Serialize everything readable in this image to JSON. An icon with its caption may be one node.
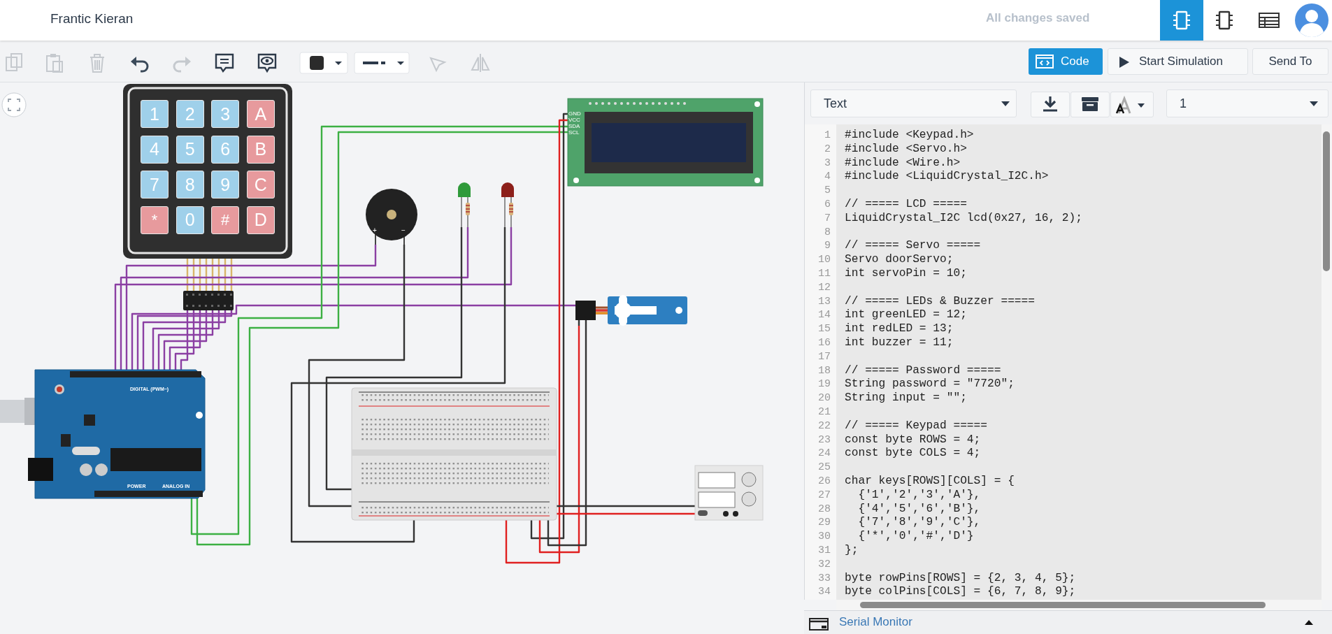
{
  "diagram": {
    "nodes": [
      {
        "text": [],
        "shape": "picture"
      },
      {
        "text": [],
        "shape": "box"
      },
      {
        "text": [],
        "shape": "picture"
      },
      {
        "text": [],
        "shape": "picture"
      },
      {
        "text": [],
        "shape": "picture"
      },
      {
        "text": [],
        "shape": "picture"
      },
      {
        "text": [],
        "shape": "picture"
      },
      {
        "text": [],
        "shape": "picture"
      },
      {
        "text": [],
        "shape": "picture"
      },
      {
        "text": [],
        "shape": "picture"
      }
    ],
    "edges": [
      {
        "from": 0,
        "to": 1,
        "arrow": "none",
        "color": "#d8b56a"
      },
      {
        "from": 0,
        "to": 1,
        "arrow": "none",
        "color": "#d8b56a"
      },
      {
        "from": 0,
        "to": 1,
        "arrow": "none",
        "color": "#d8b56a"
      },
      {
        "from": 0,
        "to": 1,
        "arrow": "none",
        "color": "#d8b56a"
      },
      {
        "from": 0,
        "to": 1,
        "arrow": "none",
        "color": "#d8b56a"
      },
      {
        "from": 0,
        "to": 1,
        "arrow": "none",
        "color": "#d8b56a"
      },
      {
        "from": 0,
        "to": 1,
        "arrow": "none",
        "color": "#d8b56a"
      },
      {
        "from": 0,
        "to": 1,
        "arrow": "none",
        "color": "#d8b56a"
      },
      {
        "from": 1,
        "to": 2,
        "arrow": "none"
      },
      {
        "from": 1,
        "to": 2,
        "arrow": "none"
      },
      {
        "from": 1,
        "to": 2,
        "arrow": "none"
      },
      {
        "from": 1,
        "to": 2,
        "arrow": "none"
      },
      {
        "from": 1,
        "to": 2,
        "arrow": "none"
      },
      {
        "from": 1,
        "to": 2,
        "arrow": "none"
      },
      {
        "from": 1,
        "to": 2,
        "arrow": "none"
      },
      {
        "from": 1,
        "to": 2,
        "arrow": "none"
      },
      {
        "from": 3,
        "to": 2,
        "arrow": "none"
      },
      {
        "from": 4,
        "to": 2,
        "arrow": "none"
      },
      {
        "from": 5,
        "to": 2,
        "arrow": "none"
      },
      {
        "from": 7,
        "to": 2,
        "arrow": "none"
      },
      {
        "from": 2,
        "to": 6,
        "arrow": "none",
        "color": "#3cb043"
      },
      {
        "from": 2,
        "to": 6,
        "arrow": "none",
        "color": "#3cb043"
      },
      {
        "from": 3,
        "to": 8,
        "arrow": "none",
        "color": "#333333"
      },
      {
        "from": 4,
        "to": 8,
        "arrow": "none",
        "color": "#333333"
      },
      {
        "from": 5,
        "to": 8,
        "arrow": "none",
        "color": "#333333"
      },
      {
        "from": 6,
        "to": 8,
        "arrow": "none",
        "color": "#333333"
      },
      {
        "from": 6,
        "to": 8,
        "arrow": "none",
        "color": "#e02020"
      },
      {
        "from": 7,
        "to": 8,
        "arrow": "none",
        "color": "#e02020"
      },
      {
        "from": 7,
        "to": 8,
        "arrow": "none",
        "color": "#333333"
      },
      {
        "from": 8,
        "to": 9,
        "arrow": "none",
        "color": "#333333"
      },
      {
        "from": 8,
        "to": 9,
        "arrow": "none",
        "color": "#e02020"
      }
    ],
    "labels": [
      "Frantic Kieran",
      "All changes saved",
      "Code",
      "Start Simulation",
      "Send To",
      "Text",
      "1",
      "1",
      "#include <Keypad.h>",
      "2",
      "#include <Servo.h>",
      "3",
      "#include <Wire.h>",
      "4",
      "#include <LiquidCrystal_I2C.h>",
      "5",
      "6",
      "// ===== LCD =====",
      "7",
      "LiquidCrystal_I2C lcd(0x27, 16, 2);",
      "8",
      "9",
      "// ===== Servo =====",
      "10",
      "Servo doorServo;",
      "11",
      "int servoPin = 10;",
      "12",
      "13",
      "// ===== LEDs & Buzzer =====",
      "14",
      "int greenLED = 12;",
      "15",
      "int redLED = 13;",
      "16",
      "int buzzer = 11;",
      "17",
      "18",
      "// ===== Password =====",
      "19",
      "String password = \"7720\";",
      "20",
      "String input = \"\";",
      "21",
      "22",
      "// ===== Keypad =====",
      "23",
      "const byte ROWS = 4;",
      "24",
      "const byte COLS = 4;",
      "25",
      "26",
      "char keys[ROWS][COLS] = {",
      "27",
      "  {'1','2','3','A'},",
      "28",
      "  {'4','5','6','B'},",
      "29",
      "  {'7','8','9','C'},",
      "30",
      "  {'*','0','#','D'}",
      "31",
      "};",
      "32",
      "33",
      "byte rowPins[ROWS] = {2, 3, 4, 5};",
      "34",
      "byte colPins[COLS] = {6, 7, 8, 9};",
      "Serial Monitor",
      "1",
      "2",
      "3",
      "A",
      "4",
      "5",
      "6",
      "B",
      "7",
      "8",
      "9",
      "C",
      "*",
      "0",
      "#",
      "D",
      "GND",
      "VCC",
      "SDA",
      "SCL",
      "+",
      "−",
      "DIGITAL (PWM~)",
      "POWER",
      "ANALOG IN"
    ]
  }
}
